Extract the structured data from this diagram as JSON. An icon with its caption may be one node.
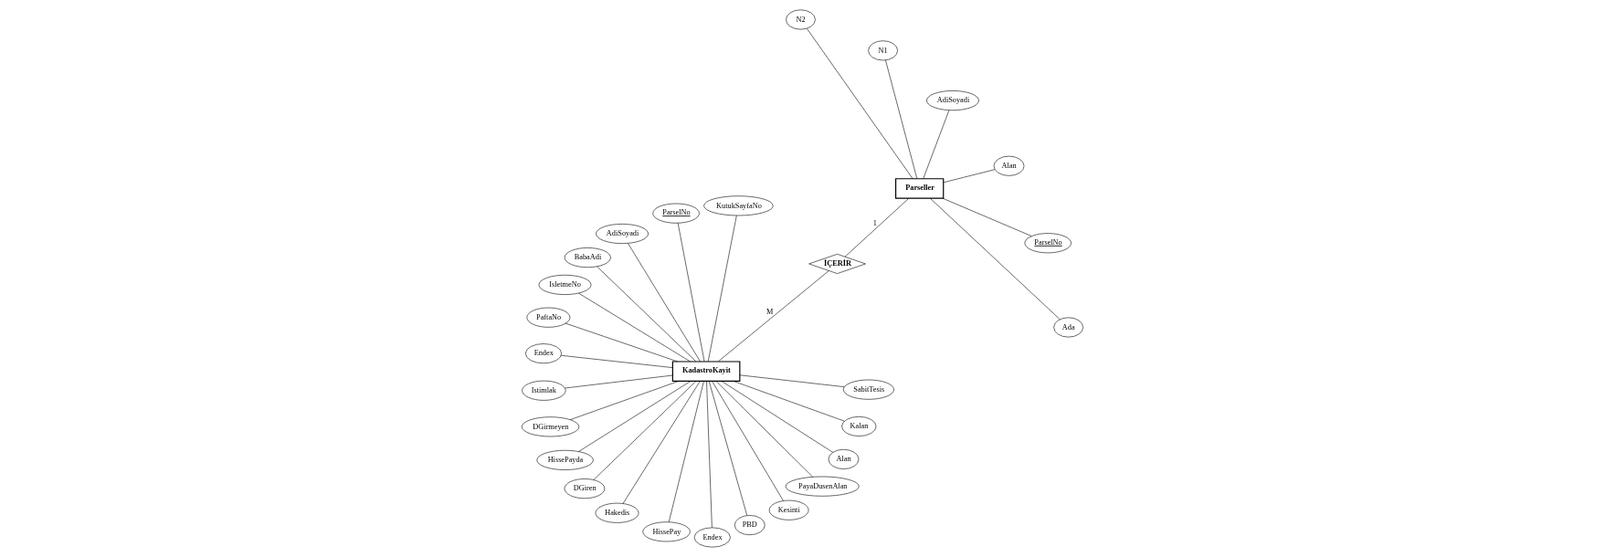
{
  "diagram": {
    "nodes": [
      {
        "text": [
          "KadastroKayit"
        ]
      },
      {
        "text": [
          "İÇERİR"
        ]
      },
      {
        "text": [
          "Parseller"
        ]
      },
      {
        "text": [
          "KutukSayfaNo"
        ]
      },
      {
        "text": [
          "ParselNo"
        ]
      },
      {
        "text": [
          "AdiSoyadi"
        ]
      },
      {
        "text": [
          "BabaAdi"
        ]
      },
      {
        "text": [
          "IsletmeNo"
        ]
      },
      {
        "text": [
          "PaftaNo"
        ]
      },
      {
        "text": [
          "Endex"
        ]
      },
      {
        "text": [
          "Istimlak"
        ]
      },
      {
        "text": [
          "DGirmeyen"
        ]
      },
      {
        "text": [
          "HissePayda"
        ]
      },
      {
        "text": [
          "DGiren"
        ]
      },
      {
        "text": [
          "Hakedis"
        ]
      },
      {
        "text": [
          "HissePay"
        ]
      },
      {
        "text": [
          "Endex"
        ]
      },
      {
        "text": [
          "PBD"
        ]
      },
      {
        "text": [
          "Kesinti"
        ]
      },
      {
        "text": [
          "PayaDusenAlan"
        ]
      },
      {
        "text": [
          "Alan"
        ]
      },
      {
        "text": [
          "Kalan"
        ]
      },
      {
        "text": [
          "SabitTesis"
        ]
      },
      {
        "text": [
          "Ada"
        ]
      },
      {
        "text": [
          "ParselNo"
        ]
      },
      {
        "text": [
          "Alan"
        ]
      },
      {
        "text": [
          "AdiSoyadi"
        ]
      },
      {
        "text": [
          "N1"
        ]
      },
      {
        "text": [
          "N2"
        ]
      }
    ],
    "edges": [
      {
        "from": 0,
        "to": 1,
        "arrow": "none",
        "label": "M"
      },
      {
        "from": 1,
        "to": 2,
        "arrow": "none",
        "label": "1"
      },
      {
        "from": 0,
        "to": 3,
        "arrow": "none"
      },
      {
        "from": 0,
        "to": 4,
        "arrow": "none"
      },
      {
        "from": 0,
        "to": 5,
        "arrow": "none"
      },
      {
        "from": 0,
        "to": 6,
        "arrow": "none"
      },
      {
        "from": 0,
        "to": 7,
        "arrow": "none"
      },
      {
        "from": 0,
        "to": 8,
        "arrow": "none"
      },
      {
        "from": 0,
        "to": 9,
        "arrow": "none"
      },
      {
        "from": 0,
        "to": 10,
        "arrow": "none"
      },
      {
        "from": 0,
        "to": 11,
        "arrow": "none"
      },
      {
        "from": 0,
        "to": 12,
        "arrow": "none"
      },
      {
        "from": 0,
        "to": 13,
        "arrow": "none"
      },
      {
        "from": 0,
        "to": 14,
        "arrow": "none"
      },
      {
        "from": 0,
        "to": 15,
        "arrow": "none"
      },
      {
        "from": 0,
        "to": 16,
        "arrow": "none"
      },
      {
        "from": 0,
        "to": 17,
        "arrow": "none"
      },
      {
        "from": 0,
        "to": 18,
        "arrow": "none"
      },
      {
        "from": 0,
        "to": 19,
        "arrow": "none"
      },
      {
        "from": 0,
        "to": 20,
        "arrow": "none"
      },
      {
        "from": 0,
        "to": 21,
        "arrow": "none"
      },
      {
        "from": 0,
        "to": 22,
        "arrow": "none"
      },
      {
        "from": 2,
        "to": 23,
        "arrow": "none"
      },
      {
        "from": 2,
        "to": 24,
        "arrow": "none"
      },
      {
        "from": 2,
        "to": 25,
        "arrow": "none"
      },
      {
        "from": 2,
        "to": 26,
        "arrow": "none"
      },
      {
        "from": 2,
        "to": 27,
        "arrow": "none"
      },
      {
        "from": 2,
        "to": 28,
        "arrow": "none"
      }
    ]
  }
}
